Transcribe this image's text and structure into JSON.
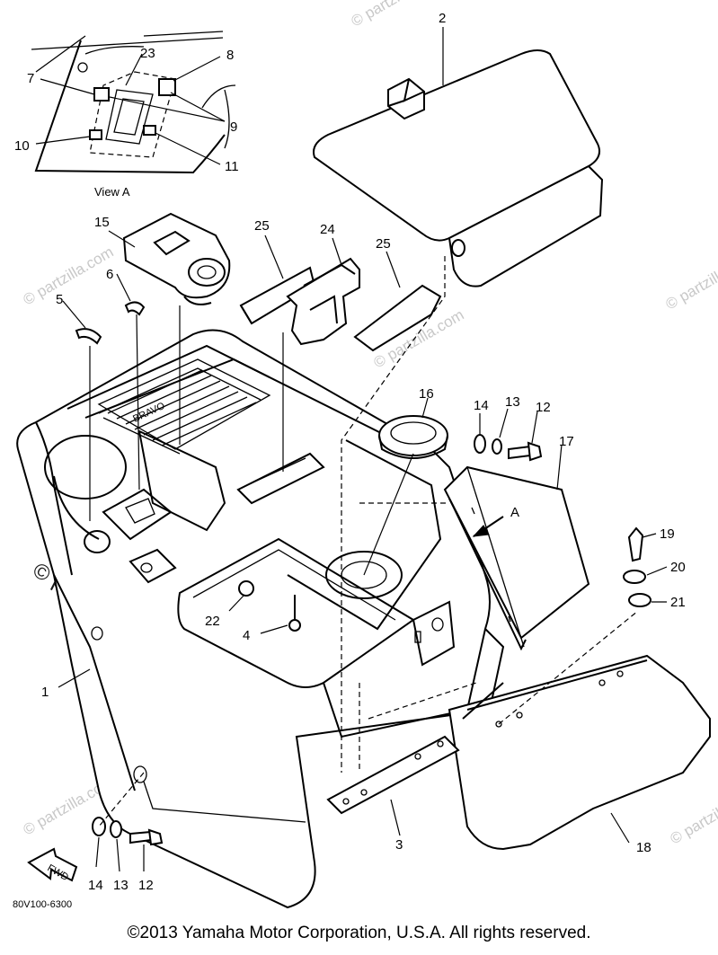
{
  "diagram": {
    "view_label": "View A",
    "arrow_label": "A",
    "fwd_label": "FWD",
    "drawing_code": "80V100-6300",
    "logo_text": "BRAVO",
    "callouts": {
      "c1": "1",
      "c2": "2",
      "c3": "3",
      "c4": "4",
      "c5": "5",
      "c6": "6",
      "c7": "7",
      "c8": "8",
      "c9": "9",
      "c10": "10",
      "c11": "11",
      "c12a": "12",
      "c12b": "12",
      "c13a": "13",
      "c13b": "13",
      "c14a": "14",
      "c14b": "14",
      "c15": "15",
      "c16": "16",
      "c17": "17",
      "c18": "18",
      "c19": "19",
      "c20": "20",
      "c21": "21",
      "c22": "22",
      "c23": "23",
      "c24": "24",
      "c25a": "25",
      "c25b": "25"
    }
  },
  "watermark": {
    "site": "© partzilla.com",
    "site_large": "© partzilla.com"
  },
  "footer": {
    "copyright": "©2013  Yamaha Motor Corporation, U.S.A. All rights reserved."
  }
}
